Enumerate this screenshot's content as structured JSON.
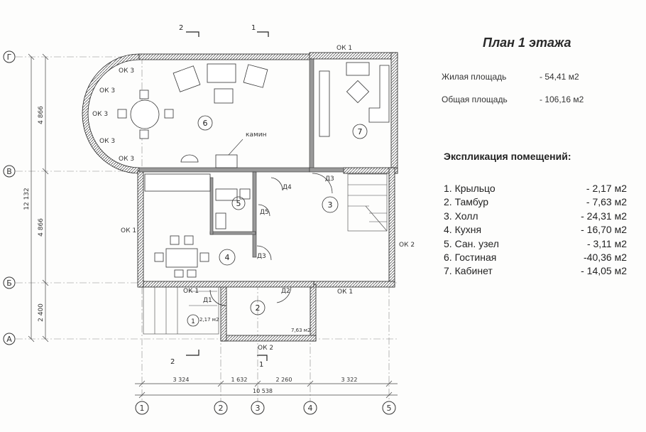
{
  "title": "План 1 этажа",
  "areas": [
    {
      "label": "Жилая площадь",
      "value": "- 54,41 м2"
    },
    {
      "label": "Общая площадь",
      "value": "- 106,16 м2"
    }
  ],
  "explication": {
    "title": "Экспликация помещений:",
    "rooms": [
      {
        "name": "1. Крыльцо",
        "area": "- 2,17 м2"
      },
      {
        "name": "2. Тамбур",
        "area": "- 7,63 м2"
      },
      {
        "name": "3. Холл",
        "area": "- 24,31 м2"
      },
      {
        "name": "4. Кухня",
        "area": "- 16,70 м2"
      },
      {
        "name": "5. Сан. узел",
        "area": "- 3,11 м2"
      },
      {
        "name": "6. Гостиная",
        "area": "-40,36 м2"
      },
      {
        "name": "7. Кабинет",
        "area": "- 14,05 м2"
      }
    ]
  },
  "plan": {
    "axes_letters": [
      "Г",
      "В",
      "Б",
      "А"
    ],
    "axes_numbers": [
      "1",
      "2",
      "3",
      "4",
      "5"
    ],
    "left_dims": [
      "4 866",
      "4 866",
      "2 400"
    ],
    "left_total": "12 132",
    "bottom_dims": [
      "3 324",
      "1 632",
      "2 260",
      "3 322"
    ],
    "bottom_total": "10 538",
    "section_marks": [
      "2",
      "1"
    ],
    "room_numbers": [
      "1",
      "2",
      "3",
      "4",
      "5",
      "6",
      "7"
    ],
    "windows": {
      "ok1": "ОК 1",
      "ok2": "ОК 2",
      "ok3": "ОК 3"
    },
    "doors": [
      "Д1",
      "Д2",
      "Д3",
      "Д4",
      "Д5"
    ],
    "fireplace": "камин",
    "small_areas": {
      "porch": "2,17 м2",
      "vestibule": "7,63 м2"
    }
  }
}
